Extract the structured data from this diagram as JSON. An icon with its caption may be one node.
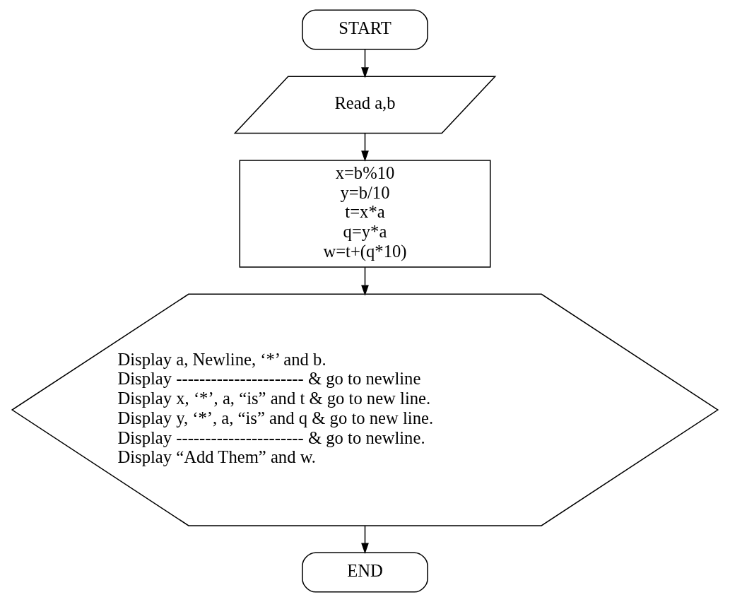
{
  "diagram": {
    "nodes": [
      {
        "text": [
          "START"
        ]
      },
      {
        "text": [
          "Read a,b"
        ]
      },
      {
        "text": [
          "x=b%10",
          "y=b/10",
          "t=x*a",
          "q=y*a",
          "w=t+(q*10)"
        ]
      },
      {
        "text": [
          "Display a, Newline, ‘*’ and b.",
          "Display ---------------------- & go to newline",
          "Display x, ‘*’, a, “is” and t & go to new line.",
          "Display y, ‘*’, a, “is” and q & go to new line.",
          "Display ---------------------- & go to newline.",
          "Display “Add Them” and w."
        ]
      },
      {
        "text": [
          "END"
        ]
      }
    ],
    "edges": [
      {
        "from": 0,
        "to": 1,
        "arrow": "to"
      },
      {
        "from": 1,
        "to": 2,
        "arrow": "to"
      },
      {
        "from": 2,
        "to": 3,
        "arrow": "to"
      },
      {
        "from": 3,
        "to": 4,
        "arrow": "to"
      }
    ]
  }
}
